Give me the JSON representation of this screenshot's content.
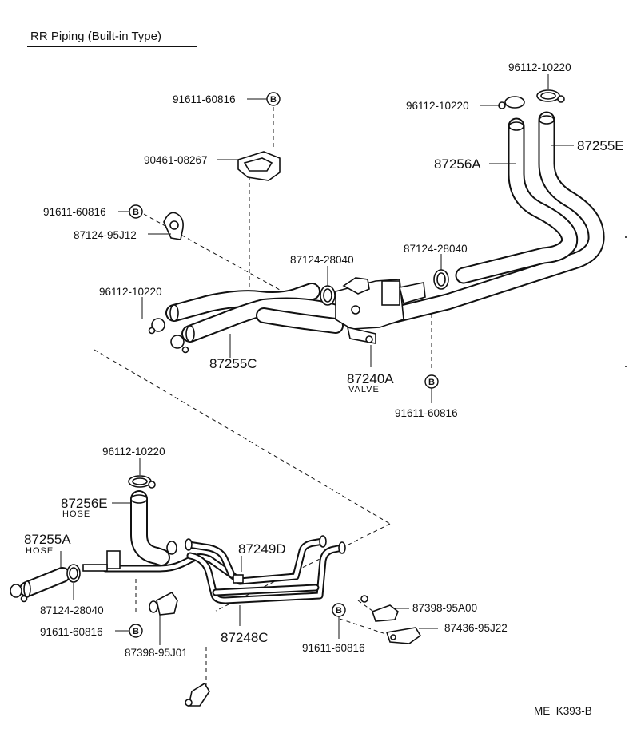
{
  "title": "RR Piping (Built-in Type)",
  "reference": "ME  K393-B",
  "marker_letter": "B",
  "labels": {
    "c_96112_top_right": "96112-10220",
    "c_96112_upper": "96112-10220",
    "h_87255E": "87255E",
    "h_87256A": "87256A",
    "s_91611_top": "91611-60816",
    "p_90461": "90461-08267",
    "s_91611_left": "91611-60816",
    "p_87124_95J12": "87124-95J12",
    "c_87124_mid": "87124-28040",
    "c_87124_right": "87124-28040",
    "c_96112_mid": "96112-10220",
    "h_87255C": "87255C",
    "v_87240A": "87240A",
    "v_valve": "VALVE",
    "s_91611_valve": "91611-60816",
    "c_96112_lower": "96112-10220",
    "h_87256E": "87256E",
    "h_87256E_sub": "HOSE",
    "h_87255A": "87255A",
    "h_87255A_sub": "HOSE",
    "p_87249D": "87249D",
    "c_87124_lower": "87124-28040",
    "s_91611_lower_left": "91611-60816",
    "p_87248C": "87248C",
    "p_87398_95J01": "87398-95J01",
    "p_87398_95A00": "87398-95A00",
    "p_87436_95J22": "87436-95J22",
    "s_91611_lower_right": "91611-60816"
  }
}
